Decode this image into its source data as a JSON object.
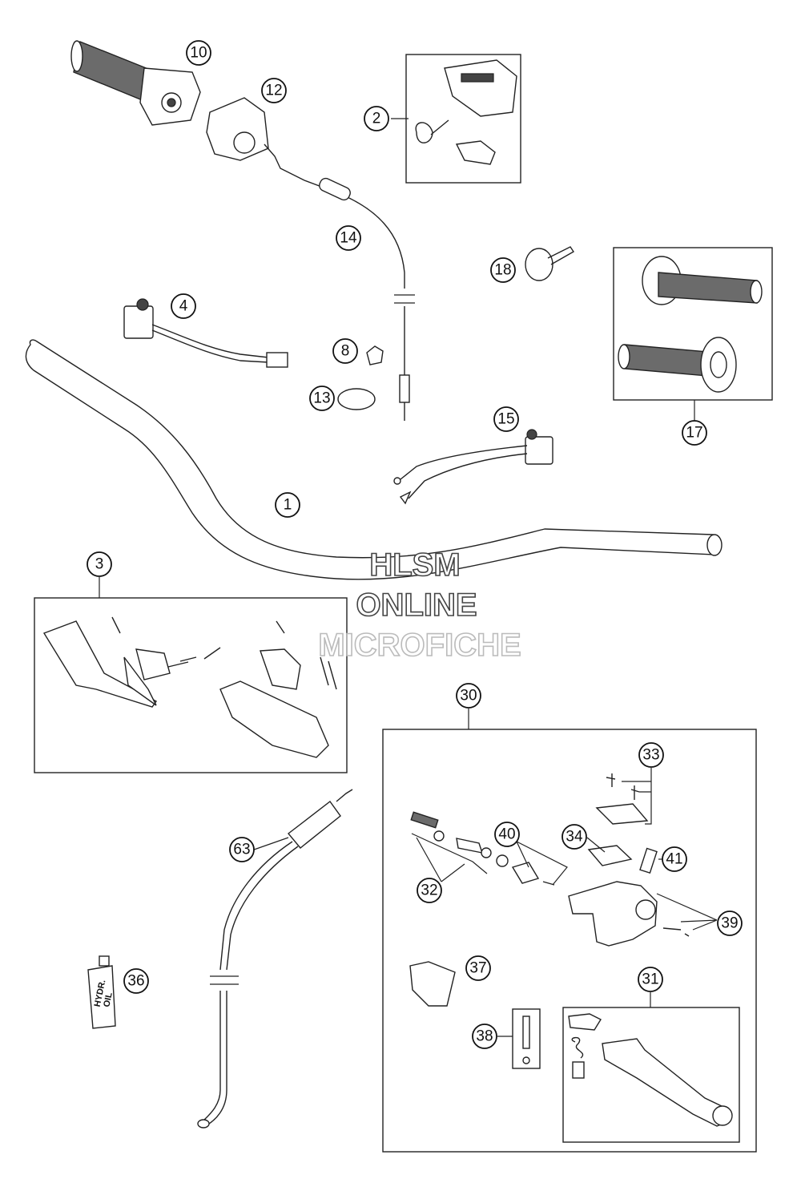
{
  "callouts": [
    "1",
    "2",
    "3",
    "4",
    "8",
    "10",
    "12",
    "13",
    "14",
    "15",
    "17",
    "18",
    "30",
    "31",
    "32",
    "33",
    "34",
    "36",
    "37",
    "38",
    "39",
    "40",
    "41",
    "63"
  ],
  "watermark": {
    "line1": "HLSM",
    "line2": "ONLINE",
    "line3": "MICROFICHE"
  },
  "bottle_label": {
    "line1": "HYDR.",
    "line2": "OIL"
  }
}
